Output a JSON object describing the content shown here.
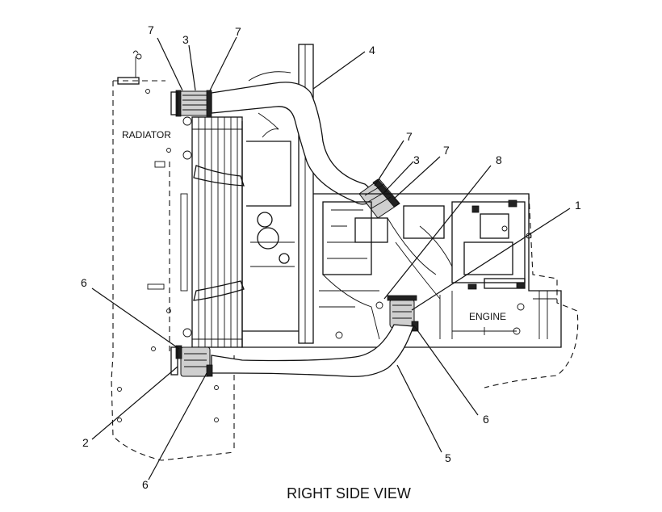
{
  "caption": "RIGHT SIDE VIEW",
  "components": {
    "radiator": "RADIATOR",
    "engine": "ENGINE"
  },
  "callouts": [
    {
      "id": "upper-radiator-clamp-left",
      "text": "7"
    },
    {
      "id": "upper-radiator-coupling",
      "text": "3"
    },
    {
      "id": "upper-radiator-clamp-right",
      "text": "7"
    },
    {
      "id": "upper-hose",
      "text": "4"
    },
    {
      "id": "engine-inlet-clamp-upper",
      "text": "7"
    },
    {
      "id": "engine-inlet-coupling",
      "text": "3"
    },
    {
      "id": "engine-inlet-clamp-lower",
      "text": "7"
    },
    {
      "id": "engine-fitting",
      "text": "8"
    },
    {
      "id": "engine-outlet",
      "text": "1"
    },
    {
      "id": "lower-radiator-clamp-left",
      "text": "6"
    },
    {
      "id": "lower-radiator-coupling",
      "text": "2"
    },
    {
      "id": "lower-radiator-clamp-bottom",
      "text": "6"
    },
    {
      "id": "engine-outlet-clamp",
      "text": "6"
    },
    {
      "id": "lower-hose",
      "text": "5"
    }
  ]
}
